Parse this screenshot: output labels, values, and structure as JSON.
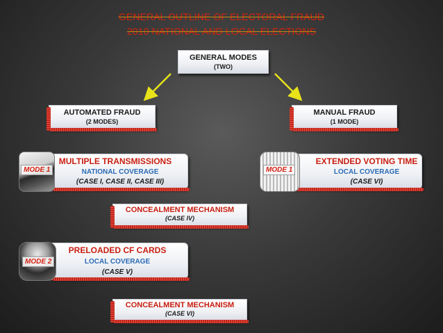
{
  "title": {
    "line1": "GENERAL OUTLINE OF ELECTORAL FRAUD",
    "line2": "2010 NATIONAL AND LOCAL ELECTIONS"
  },
  "general_modes": {
    "label": "GENERAL MODES",
    "sub": "(TWO)"
  },
  "automated": {
    "label": "AUTOMATED FRAUD",
    "sub": "(2 MODES)"
  },
  "manual": {
    "label": "MANUAL FRAUD",
    "sub": "(1 MODE)"
  },
  "multiple_transmissions": {
    "title": "MULTIPLE TRANSMISSIONS",
    "coverage": "NATIONAL COVERAGE",
    "cases": "(CASE I, CASE II, CASE III)",
    "mode_tag": "MODE 1"
  },
  "extended_voting": {
    "title": "EXTENDED VOTING TIME",
    "coverage": "LOCAL COVERAGE",
    "cases": "(CASE VI)",
    "mode_tag": "MODE 1"
  },
  "concealment_1": {
    "title": "CONCEALMENT MECHANISM",
    "case": "(CASE IV)"
  },
  "preloaded": {
    "title": "PRELOADED CF CARDS",
    "coverage": "LOCAL COVERAGE",
    "cases": "(CASE V)",
    "mode_tag": "MODE 2"
  },
  "concealment_2": {
    "title": "CONCEALMENT MECHANISM",
    "case": "(CASE VI)"
  },
  "colors": {
    "title_red": "#d4220c",
    "highlight_red": "#c81e10",
    "coverage_blue": "#2a6ab4",
    "arrow_yellow": "#e8e41a"
  }
}
